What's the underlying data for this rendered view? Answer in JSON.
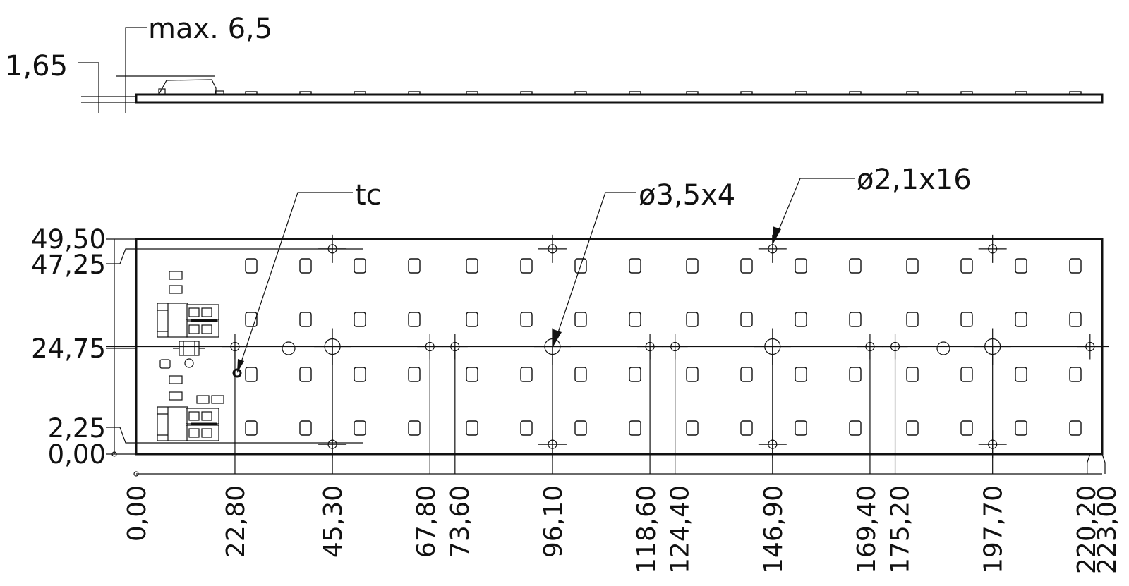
{
  "side_view": {
    "height_label": "1,65",
    "max_label": "max. 6,5"
  },
  "callouts": {
    "tc": "tc",
    "hole_large": "ø3,5x4",
    "hole_small": "ø2,1x16"
  },
  "y_dimensions": [
    "49,50",
    "47,25",
    "24,75",
    "2,25",
    "0,00"
  ],
  "x_dimensions": [
    "0,00",
    "22,80",
    "45,30",
    "67,80",
    "73,60",
    "96,10",
    "118,60",
    "124,40",
    "146,90",
    "169,40",
    "175,20",
    "197,70",
    "220,20",
    "223,00"
  ]
}
